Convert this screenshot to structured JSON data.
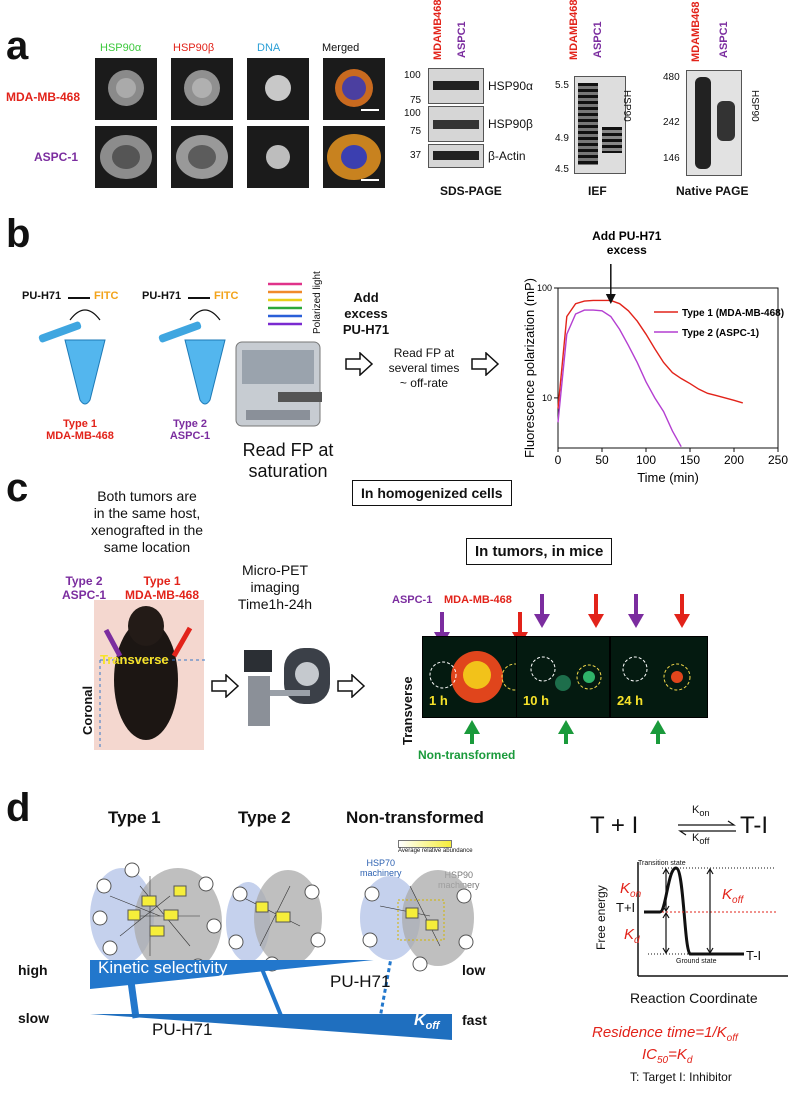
{
  "panels": {
    "a": "a",
    "b": "b",
    "c": "c",
    "d": "d"
  },
  "colors": {
    "red": "#e2231a",
    "purple": "#7b2d9f",
    "green": "#1a9a3b",
    "blue": "#2277cc"
  },
  "a": {
    "channels": [
      "HSP90α",
      "HSP90β",
      "DNA",
      "Merged"
    ],
    "rows": [
      "MDA-MB-468",
      "ASPC-1"
    ],
    "lane_labels": [
      "MDAMB468",
      "ASPC1"
    ],
    "sds": {
      "markers": [
        "100",
        "75",
        "100",
        "75",
        "37"
      ],
      "bands": [
        "HSP90α",
        "HSP90β",
        "β-Actin"
      ],
      "caption": "SDS-PAGE"
    },
    "ief": {
      "markers": [
        "5.5",
        "4.9",
        "4.5"
      ],
      "side": "HSP90",
      "caption": "IEF"
    },
    "native": {
      "markers": [
        "480",
        "242",
        "146"
      ],
      "side": "HSP90",
      "caption": "Native PAGE"
    }
  },
  "b": {
    "probe": "PU-H71",
    "fitc": "FITC",
    "type1": [
      "Type 1",
      "MDA-MB-468"
    ],
    "type2": [
      "Type 2",
      "ASPC-1"
    ],
    "polarized": "Polarized light",
    "read_sat": [
      "Read FP at",
      "saturation"
    ],
    "add_excess": [
      "Add",
      "excess",
      "PU-H71"
    ],
    "read_times": [
      "Read FP at",
      "several times",
      "~ off-rate"
    ],
    "homogenized": "In homogenized cells",
    "plot_annot": [
      "Add PU-H71",
      "excess"
    ]
  },
  "chart_data": {
    "type": "line",
    "title": "",
    "xlabel": "Time (min)",
    "ylabel": "Fluorescence polarization (mP)",
    "xlim": [
      0,
      250
    ],
    "ylim": [
      3.5,
      100
    ],
    "yscale": "log",
    "xticks": [
      0,
      50,
      100,
      150,
      200,
      250
    ],
    "yticks": [
      10,
      100
    ],
    "series": [
      {
        "name": "Type 1 (MDA-MB-468)",
        "color": "#e2231a",
        "x": [
          0,
          10,
          20,
          30,
          40,
          50,
          60,
          70,
          80,
          90,
          100,
          110,
          120,
          130,
          140,
          150,
          160,
          170,
          180,
          190,
          200,
          210
        ],
        "y": [
          8,
          55,
          72,
          76,
          77,
          77,
          77,
          72,
          62,
          50,
          38,
          28,
          21,
          17,
          15,
          13.5,
          12,
          11,
          10.5,
          10,
          9.5,
          9
        ]
      },
      {
        "name": "Type 2 (ASPC-1)",
        "color": "#b43fd1",
        "x": [
          0,
          10,
          20,
          30,
          40,
          50,
          60,
          70,
          80,
          90,
          100,
          110,
          120,
          130,
          140
        ],
        "y": [
          6,
          38,
          58,
          63,
          63,
          62,
          55,
          42,
          30,
          21,
          14,
          10,
          7.5,
          5,
          3.6
        ]
      }
    ],
    "annotation": {
      "x": 60,
      "text": "Add PU-H71 excess"
    }
  },
  "c": {
    "note": [
      "Both tumors are",
      "in the same host,",
      "xenografted in the",
      "same location"
    ],
    "type2": [
      "Type 2",
      "ASPC-1"
    ],
    "type1": [
      "Type 1",
      "MDA-MB-468"
    ],
    "transverse": "Transverse",
    "coronal": "Coronal",
    "pet": [
      "Micro-PET",
      "imaging",
      "Time1h-24h"
    ],
    "in_tumors": "In tumors, in mice",
    "labels": {
      "aspc": "ASPC-1",
      "mdamb": "MDA-MB-468",
      "transverse": "Transverse",
      "nontrans": "Non-transformed"
    },
    "times": [
      "1 h",
      "10 h",
      "24 h"
    ]
  },
  "d": {
    "types": [
      "Type 1",
      "Type 2",
      "Non-transformed"
    ],
    "hsp70": [
      "HSP70",
      "machinery"
    ],
    "hsp90": [
      "HSP90",
      "machinery"
    ],
    "legend_caption": "Average relative abundance",
    "high": "high",
    "low": "low",
    "kinetic": "Kinetic selectivity",
    "puh71a": "PU-H71",
    "slow": "slow",
    "fast": "fast",
    "puh71b": "PU-H71",
    "koff_k": "K",
    "koff_sub": "off",
    "eq_left": "T + I",
    "eq_right": "T-I",
    "kon": "K",
    "kon_sub": "on",
    "koff2": "K",
    "koff2_sub": "off",
    "diagram": {
      "transition": "Transition state",
      "ti": "T+I",
      "kon": "K",
      "kon_sub": "on",
      "koff": "K",
      "koff_sub": "off",
      "kd": "K",
      "kd_sub": "d",
      "ground": "Ground state",
      "tl": "T-I",
      "ylabel": "Free energy",
      "xlabel": "Reaction Coordinate"
    },
    "res1": "Residence time=1/K",
    "res1_sub": "off",
    "res2": "IC",
    "res2_sub": "50",
    "res2b": "=K",
    "res2b_sub": "d",
    "legend": "T: Target  I: Inhibitor"
  }
}
